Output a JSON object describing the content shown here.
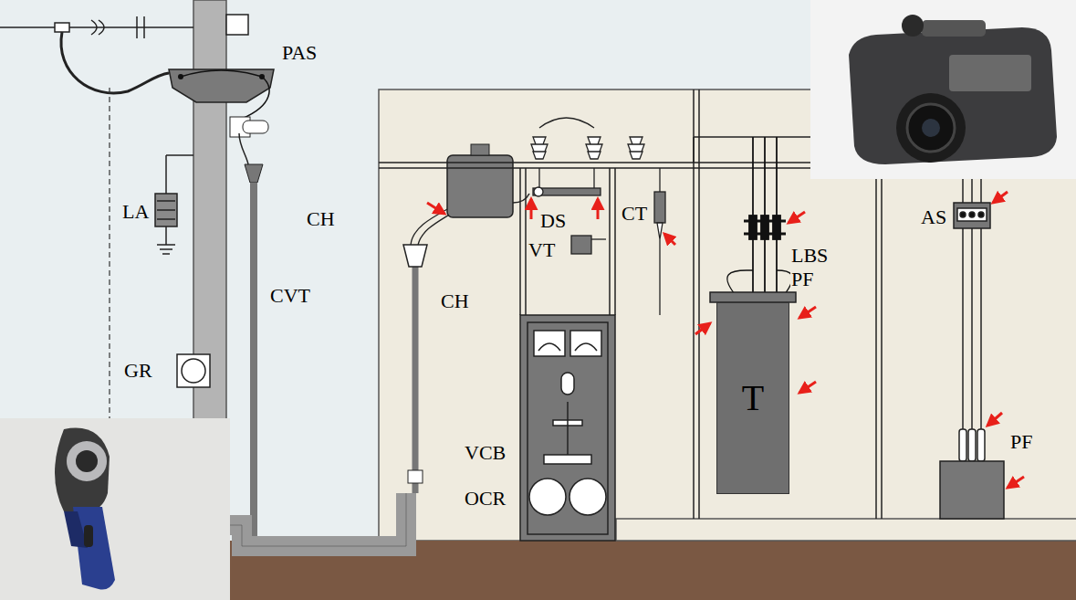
{
  "diagram": {
    "nodes": [
      {
        "text": [
          "T"
        ]
      }
    ],
    "labels": [
      "PAS",
      "LA",
      "CH",
      "CVT",
      "GR",
      "CH",
      "DS",
      "VT",
      "CT",
      "LBS",
      "PF",
      "AS",
      "VCB",
      "OCR",
      "PF"
    ]
  }
}
